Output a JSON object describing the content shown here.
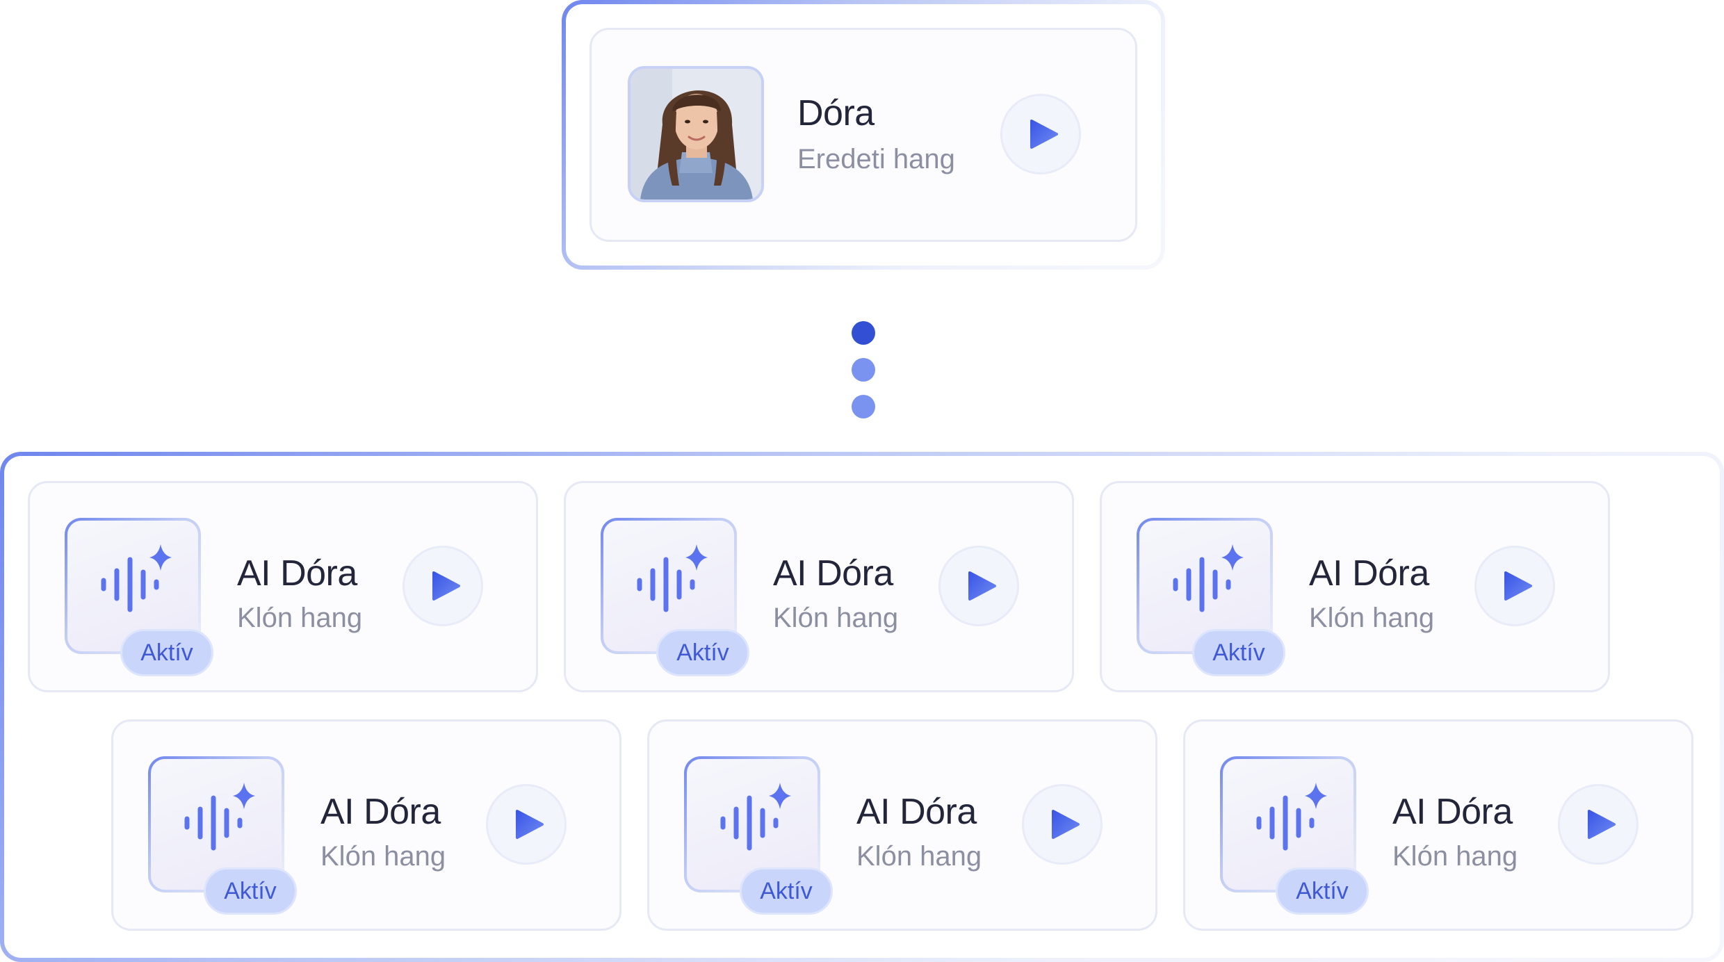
{
  "source": {
    "name": "Dóra",
    "subtitle": "Eredeti hang"
  },
  "connector": {
    "dot_colors": [
      "#3350d4",
      "#7a93f0",
      "#7a93f0"
    ]
  },
  "clones": [
    {
      "name": "AI Dóra",
      "subtitle": "Klón hang",
      "badge": "Aktív"
    },
    {
      "name": "AI Dóra",
      "subtitle": "Klón hang",
      "badge": "Aktív"
    },
    {
      "name": "AI Dóra",
      "subtitle": "Klón hang",
      "badge": "Aktív"
    },
    {
      "name": "AI Dóra",
      "subtitle": "Klón hang",
      "badge": "Aktív"
    },
    {
      "name": "AI Dóra",
      "subtitle": "Klón hang",
      "badge": "Aktív"
    },
    {
      "name": "AI Dóra",
      "subtitle": "Klón hang",
      "badge": "Aktív"
    }
  ],
  "colors": {
    "accent": "#5b73ee",
    "play_icon": "#4664ea",
    "badge_bg": "#c9d5fb",
    "badge_text": "#3f59d6",
    "title_text": "#23253a",
    "subtitle_text": "#8c8fa1"
  },
  "icons": {
    "play": "play-icon",
    "voice": "voice-wave-sparkle-icon",
    "avatar": "avatar-photo"
  }
}
